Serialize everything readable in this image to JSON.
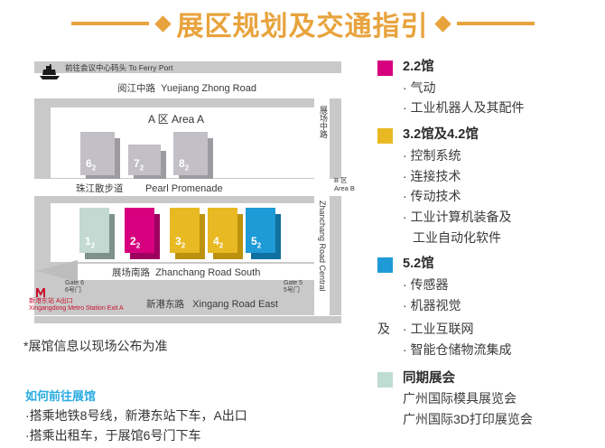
{
  "title": "展区规划及交通指引",
  "map": {
    "ferry_note": "前往会议中心码头  To Ferry Port",
    "ferry_icon": "ferry-boat-icon",
    "roads": {
      "north": {
        "cn": "阅江中路",
        "en": "Yuejiang Zhong Road"
      },
      "middle": {
        "cn": "珠江散步道",
        "en": "Pearl Promenade"
      },
      "south": {
        "cn": "展场南路",
        "en": "Zhanchang Road South"
      },
      "outer_south": {
        "cn": "新港东路",
        "en": "Xingang Road East"
      },
      "vertical_top": {
        "cn": "展场中路"
      },
      "vertical_bottom": {
        "en": "Zhanchang Road Central"
      }
    },
    "area_a_label": "A 区  Area A",
    "area_b_label_cn": "B 区",
    "area_b_label_en": "Area B",
    "halls_a": [
      {
        "num": "6",
        "sub": "2"
      },
      {
        "num": "7",
        "sub": "2"
      },
      {
        "num": "8",
        "sub": "2"
      }
    ],
    "halls_b": [
      {
        "num": "1",
        "sub": "2",
        "color": "#C3D9D1",
        "shadow": "#7E918B"
      },
      {
        "num": "2",
        "sub": "2",
        "color": "#D6007F",
        "shadow": "#9E0060"
      },
      {
        "num": "3",
        "sub": "2",
        "color": "#E8B923",
        "shadow": "#BC920F"
      },
      {
        "num": "4",
        "sub": "2",
        "color": "#E8B923",
        "shadow": "#BC920F"
      },
      {
        "num": "5",
        "sub": "2",
        "color": "#1E9AD6",
        "shadow": "#10709F"
      }
    ],
    "gate6_en": "Gate 6",
    "gate6_cn": "6号门",
    "gate5_en": "Gate 5",
    "gate5_cn": "5号门",
    "metro_icon": "metro-logo-icon",
    "metro_cn": "新港东站 A出口",
    "metro_en": "Xingangdong Metro Station Exit A"
  },
  "footnote": "*展馆信息以现场公布为准",
  "howto": {
    "title": "如何前往展馆",
    "lines": [
      "·搭乘地铁8号线，新港东站下车，A出口",
      "·搭乘出租车，于展馆6号门下车"
    ]
  },
  "legend": {
    "groups": [
      {
        "swatch": "#D6007F",
        "head": "2.2馆",
        "items": [
          "· 气动",
          "· 工业机器人及其配件"
        ]
      },
      {
        "swatch": "#E8B923",
        "head": "3.2馆及4.2馆",
        "items": [
          "· 控制系统",
          "· 连接技术",
          "· 传动技术",
          "· 工业计算机装备及"
        ],
        "continuation": "工业自动化软件"
      },
      {
        "swatch": "#1E9AD6",
        "head": "5.2馆",
        "items": [
          "· 传感器",
          "· 机器视觉"
        ],
        "and_char": "及",
        "and_items": [
          "· 工业互联网",
          "· 智能仓储物流集成"
        ]
      },
      {
        "swatch": "#BEDCD2",
        "head": "同期展会",
        "subs": [
          "广州国际模具展览会",
          "广州国际3D打印展览会"
        ]
      }
    ]
  }
}
